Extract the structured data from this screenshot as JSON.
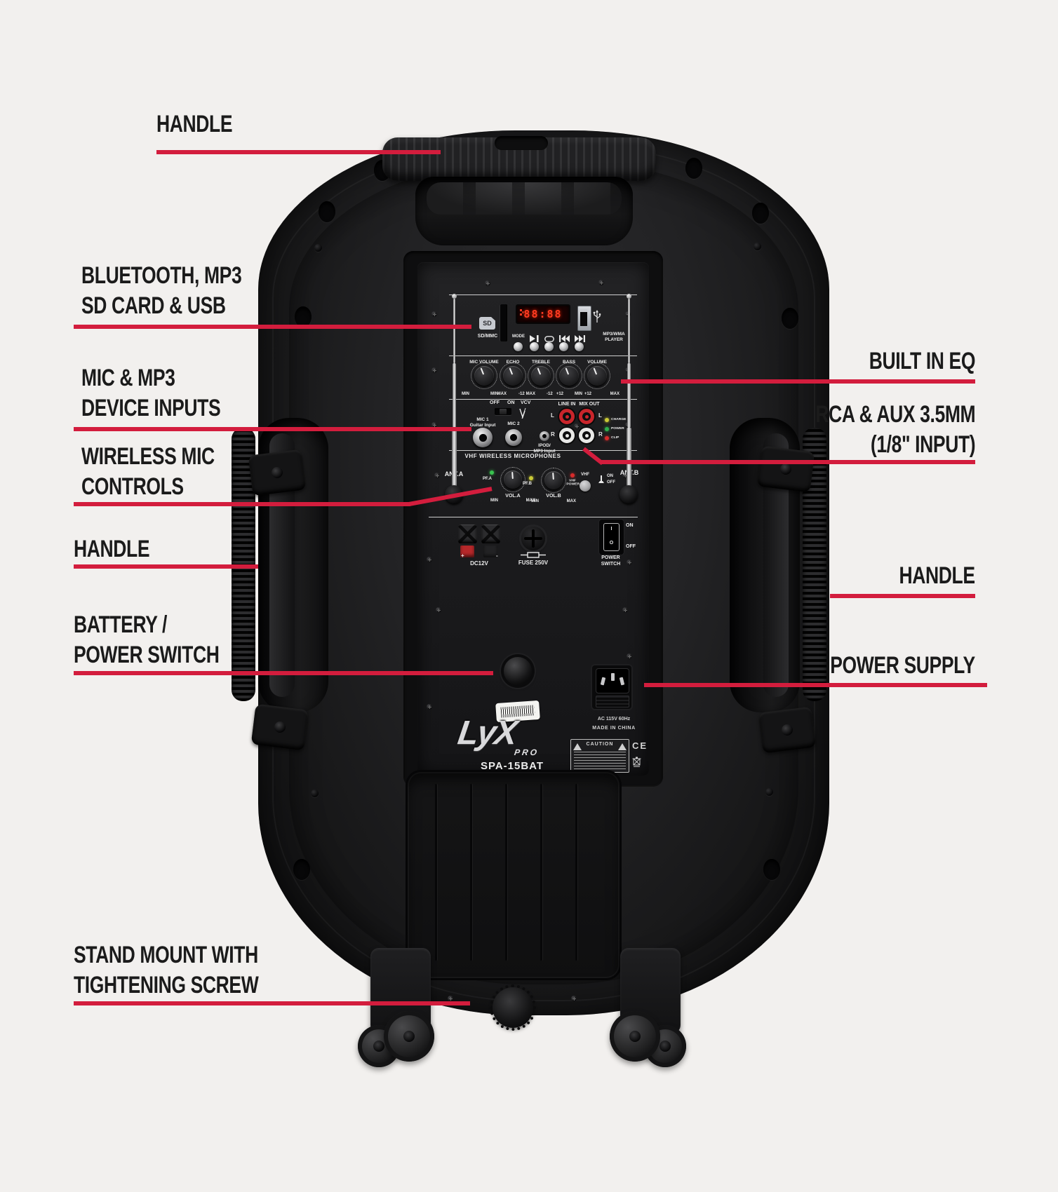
{
  "page": {
    "bg_color": "#f2f0ee",
    "accent_color": "#d31d3d",
    "text_color": "#1b1b1b"
  },
  "callouts": {
    "handle_top": {
      "lines": [
        "HANDLE"
      ]
    },
    "bluetooth": {
      "lines": [
        "BLUETOOTH, MP3",
        "SD CARD & USB"
      ]
    },
    "mic_inputs": {
      "lines": [
        "MIC & MP3",
        "DEVICE INPUTS"
      ]
    },
    "wireless_mic": {
      "lines": [
        "WIRELESS MIC",
        "CONTROLS"
      ]
    },
    "handle_left": {
      "lines": [
        "HANDLE"
      ]
    },
    "battery": {
      "lines": [
        "BATTERY /",
        "POWER SWITCH"
      ]
    },
    "stand_mount": {
      "lines": [
        "STAND MOUNT WITH",
        "TIGHTENING SCREW"
      ]
    },
    "built_in_eq": {
      "lines": [
        "BUILT IN EQ"
      ]
    },
    "rca_aux": {
      "lines": [
        "RCA & AUX 3.5MM",
        "(1/8\" INPUT)"
      ]
    },
    "handle_right": {
      "lines": [
        "HANDLE"
      ]
    },
    "power_supply": {
      "lines": [
        "POWER SUPPLY"
      ]
    }
  },
  "player": {
    "sd_badge": "SD",
    "sd_slot_label": "SD/MMC",
    "display_value": "88:88",
    "mode_label": "MODE",
    "player_label_line1": "MP3/WMA",
    "player_label_line2": "PLAYER"
  },
  "eq": {
    "knobs": [
      {
        "label": "MIC VOLUME",
        "min": "MIN",
        "max": "MAX"
      },
      {
        "label": "ECHO",
        "min": "MIN",
        "max": "MAX"
      },
      {
        "label": "TREBLE",
        "min": "-12",
        "max": "+12"
      },
      {
        "label": "BASS",
        "min": "-12",
        "max": "+12"
      },
      {
        "label": "VOLUME",
        "min": "MIN",
        "max": "MAX"
      }
    ]
  },
  "io": {
    "off": "OFF",
    "on": "ON",
    "vcv": "VCV",
    "mic1_line1": "MIC 1",
    "mic1_line2": "Guitar Input",
    "mic2": "MIC 2",
    "line_in": "LINE IN",
    "mix_out": "MIX OUT",
    "left": "L",
    "right": "R",
    "ipod_line1": "IPOD/",
    "ipod_line2": "MP3 Input",
    "leds": [
      {
        "label": "CHARGE",
        "color": "#c9c937"
      },
      {
        "label": "POWER",
        "color": "#2fae4c"
      },
      {
        "label": "CLIP",
        "color": "#d62b2b"
      }
    ]
  },
  "vhf": {
    "title": "VHF WIRELESS MICROPHONES",
    "ant_a": "ANT.A",
    "ant_b": "ANT.B",
    "pf_a": "PF.A",
    "pf_b": "PF.B",
    "vol_a": "VOL.A",
    "vol_b": "VOL.B",
    "min": "MIN",
    "max": "MAX",
    "power_line1": "VHF",
    "power_line2": "POWER",
    "button": "VHF",
    "on": "ON",
    "off": "OFF"
  },
  "power": {
    "plus": "+",
    "minus": "-",
    "dc_label": "DC12V",
    "fuse_label": "FUSE 250V",
    "on": "ON",
    "off": "OFF",
    "switch_line1": "POWER",
    "switch_line2": "SWITCH",
    "rocker_on": "I",
    "rocker_off": "O"
  },
  "rear": {
    "ac_rating": "AC 115V 60Hz",
    "origin": "MADE IN CHINA",
    "brand": "LyX",
    "brand_sub": "PRO",
    "model": "SPA-15BAT",
    "caution": "CAUTION",
    "ce": "CE"
  }
}
